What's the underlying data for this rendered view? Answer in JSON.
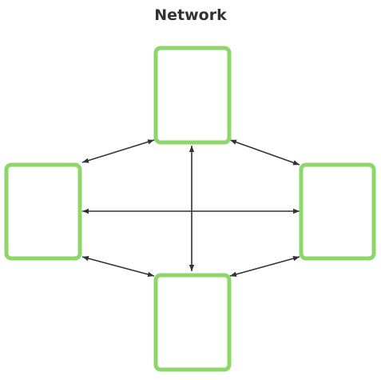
{
  "title": "Network",
  "colors": {
    "node_stroke": "#8cd66a",
    "node_fill": "#ffffff",
    "edge": "#333333",
    "title": "#333333"
  },
  "nodes": [
    {
      "id": "top",
      "label": ""
    },
    {
      "id": "left",
      "label": ""
    },
    {
      "id": "right",
      "label": ""
    },
    {
      "id": "bottom",
      "label": ""
    }
  ],
  "edges": [
    {
      "from": "top",
      "to": "left",
      "direction": "both"
    },
    {
      "from": "top",
      "to": "right",
      "direction": "both"
    },
    {
      "from": "top",
      "to": "bottom",
      "direction": "both"
    },
    {
      "from": "left",
      "to": "right",
      "direction": "both"
    },
    {
      "from": "left",
      "to": "bottom",
      "direction": "both"
    },
    {
      "from": "right",
      "to": "bottom",
      "direction": "both"
    }
  ]
}
